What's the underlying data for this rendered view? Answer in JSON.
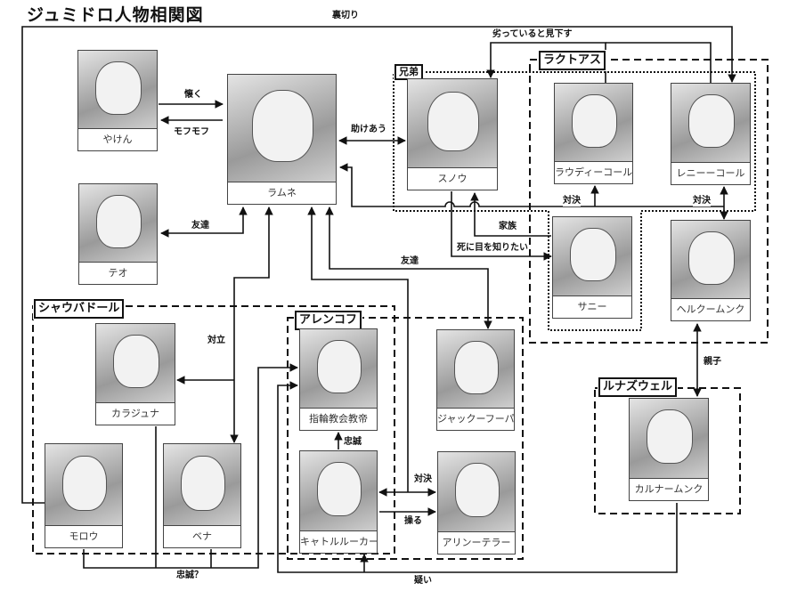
{
  "title": "ジュミドロ人物相関図",
  "groups": {
    "brothers": "兄弟",
    "ractoas": "ラクトアス",
    "shaubadoll": "シャウバドール",
    "allenkoff": "アレンコフ",
    "lunazwell": "ルナズウェル"
  },
  "characters": {
    "yaken": "やけん",
    "ramune": "ラムネ",
    "teo": "テオ",
    "snow": "スノウ",
    "raudy": "ラウディーコール",
    "renny": "レニーーコール",
    "sunny": "サニー",
    "herk": "ヘルクームンク",
    "karajuna": "カラジュナ",
    "morrow": "モロウ",
    "bena": "ベナ",
    "pope": "指輪教会教帝",
    "catreu": "キャトルルーカーン",
    "jack": "ジャックーフーパー",
    "arin": "アリンーテラー",
    "karna": "カルナームンク"
  },
  "relations": {
    "betrayal": "裏切り",
    "look_down": "劣っていると見下す",
    "attached": "懐く",
    "fluffy": "モフモフ",
    "friend_teo": "友達",
    "help_each_other": "助けあう",
    "duel1": "対決",
    "duel2": "対決",
    "family": "家族",
    "want_know_death": "死に目を知りたい",
    "friend_jack": "友達",
    "conflict": "対立",
    "loyalty": "忠誠",
    "duel3": "対決",
    "manipulate": "操る",
    "loyalty_q": "忠誠？",
    "doubt": "疑い",
    "parent_child": "親子"
  }
}
